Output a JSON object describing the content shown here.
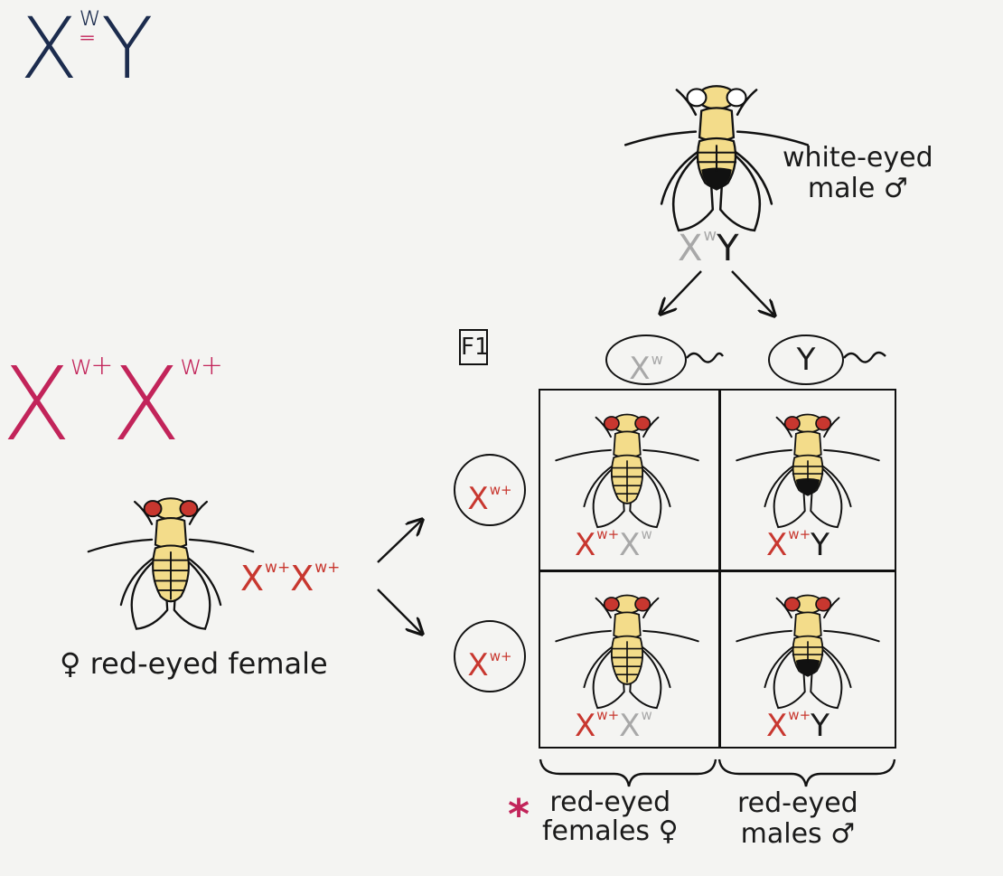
{
  "top_genotype": {
    "base": "X",
    "sup": "w",
    "tail": "Y"
  },
  "mother_genotype_large": {
    "x1": "X",
    "s1": "w+",
    "x2": "X",
    "s2": "w+"
  },
  "male": {
    "label_line1": "white-eyed",
    "label_line2": "male ♂",
    "genotype": {
      "x": "X",
      "s": "w",
      "y": "Y"
    }
  },
  "female": {
    "label": "♀ red-eyed female",
    "genotype": {
      "x1": "X",
      "s1": "w+",
      "x2": "X",
      "s2": "w+"
    }
  },
  "generation_label": "F1",
  "sperm": [
    {
      "x": "X",
      "s": "w"
    },
    {
      "x": "Y",
      "s": ""
    }
  ],
  "eggs": [
    {
      "x": "X",
      "s": "w+"
    },
    {
      "x": "X",
      "s": "w+"
    }
  ],
  "cells": [
    {
      "x1": "X",
      "s1": "w+",
      "x2": "X",
      "s2": "w"
    },
    {
      "x1": "X",
      "s1": "w+",
      "y": "Y"
    },
    {
      "x1": "X",
      "s1": "w+",
      "x2": "X",
      "s2": "w"
    },
    {
      "x1": "X",
      "s1": "w+",
      "y": "Y"
    }
  ],
  "results": {
    "females_line1": "red-eyed",
    "females_line2": "females ♀",
    "males_line1": "red-eyed",
    "males_line2": "males ♂",
    "marker": "*"
  },
  "colors": {
    "red_allele": "#c8372f",
    "white_allele": "#a8a8a8",
    "title_navy": "#1c2c4e",
    "magenta": "#c2245a",
    "fly_body": "#f3dc8a",
    "red_eye": "#c8372f"
  }
}
